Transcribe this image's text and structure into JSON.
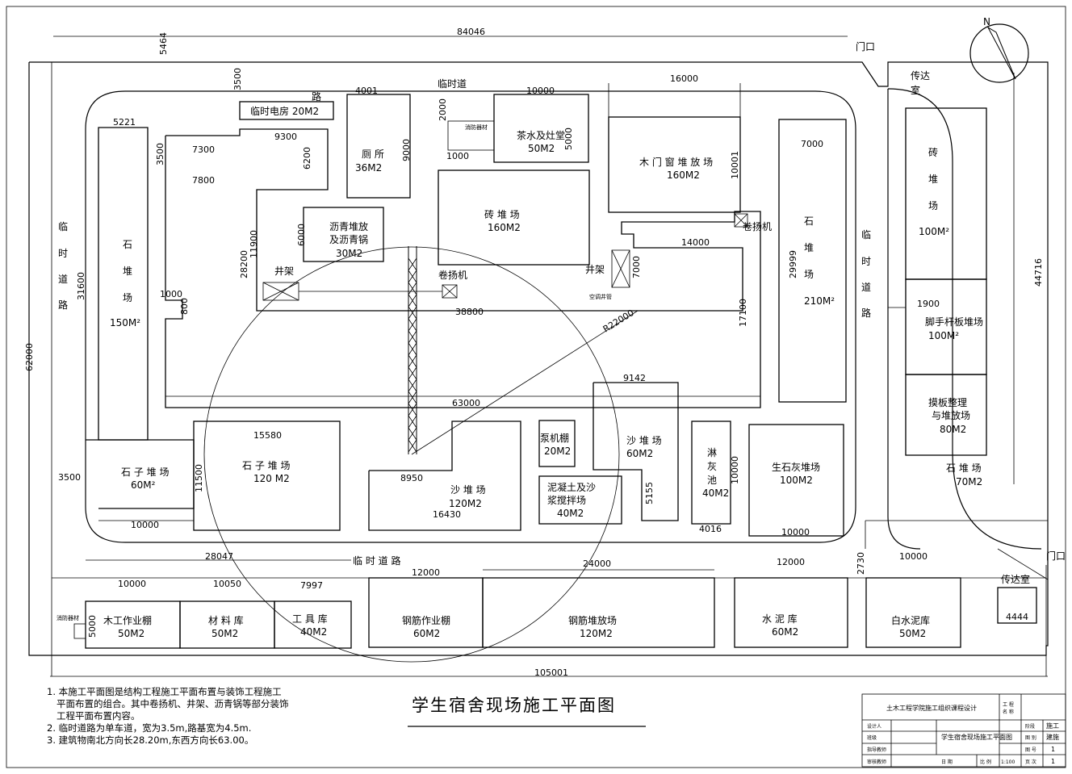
{
  "title": "学生宿舍现场施工平面图",
  "north": "N",
  "gates": [
    "门口",
    "门口"
  ],
  "roads": {
    "top": "临时道",
    "top_frag": "路",
    "left": [
      "临",
      "时",
      "道",
      "路"
    ],
    "right": [
      "临",
      "时",
      "道",
      "路"
    ],
    "bottom": "临 时 道 路"
  },
  "areas": {
    "power_room": "临时电房 20M2",
    "toilet": [
      "厕 所",
      "36M2"
    ],
    "tea": [
      "茶水及灶堂",
      "50M2"
    ],
    "fire": "消防器材",
    "fire2": "消防器材",
    "wood_door": [
      "木 门 窗 堆 放 场",
      "160M2"
    ],
    "stone_left": [
      "石",
      "堆",
      "场",
      "150M²"
    ],
    "asphalt": [
      "沥青堆放",
      "及沥青锅",
      "30M2"
    ],
    "brick_center": [
      "砖 堆 场",
      "160M2"
    ],
    "stone_right": [
      "石",
      "堆",
      "场",
      "210M²"
    ],
    "brick_right": [
      "砖",
      "堆",
      "场",
      "100M²"
    ],
    "scaffold": [
      "脚手杆板堆场",
      "100M²"
    ],
    "formwork": [
      "摸板整理",
      "与堆放场",
      "80M2"
    ],
    "stone_far_right": [
      "石 堆 场",
      "70M2"
    ],
    "gravel_small": [
      "石 子 堆 场",
      "60M²"
    ],
    "gravel_big": [
      "石 子 堆 场",
      "120 M2"
    ],
    "sand_big": [
      "沙 堆 场",
      "120M2"
    ],
    "pump": [
      "泵机棚",
      "20M2"
    ],
    "mixer": [
      "泥凝土及沙",
      "浆搅拌场",
      "40M2"
    ],
    "sand_small": [
      "沙 堆 场",
      "60M2"
    ],
    "lime_pool": [
      "淋",
      "灰",
      "池",
      "40M2"
    ],
    "quicklime": [
      "生石灰堆场",
      "100M2"
    ],
    "guard_top": [
      "传达",
      "室"
    ],
    "guard_bottom": "传达室",
    "carpentry": [
      "木工作业棚",
      "50M2"
    ],
    "material": [
      "材 料 库",
      "50M2"
    ],
    "tool": [
      "工 具 库",
      "40M2"
    ],
    "rebar_shed": [
      "钢筋作业棚",
      "60M2"
    ],
    "rebar_yard": [
      "钢筋堆放场",
      "120M2"
    ],
    "cement": [
      "水 泥 库",
      "60M2"
    ],
    "white_cement": [
      "白水泥库",
      "50M2"
    ]
  },
  "equipment": {
    "winch1": "卷扬机",
    "winch2": "卷扬机",
    "frame1": "井架",
    "frame2": "井架",
    "ac_shaft": "空调井管",
    "crane_radius": "R22000"
  },
  "dims": {
    "d84046": "84046",
    "d5464": "5464",
    "d3500a": "3500",
    "d4001": "4001",
    "d10000a": "10000",
    "d2000": "2000",
    "d5000a": "5000",
    "d1000a": "1000",
    "d16000": "16000",
    "d5221": "5221",
    "d9300": "9300",
    "d3500b": "3500",
    "d7300": "7300",
    "d6200": "6200",
    "d9000": "9000",
    "d7800": "7800",
    "d10001": "10001",
    "d7000a": "7000",
    "d6000": "6000",
    "d28200": "28200",
    "d11900": "11900",
    "d14000": "14000",
    "d7000b": "7000",
    "d29999": "29999",
    "d31600": "31600",
    "d62000": "62000",
    "d1000b": "1000",
    "d800": "800",
    "d38800": "38800",
    "d17100": "17100",
    "d1900": "1900",
    "d44716": "44716",
    "d63000": "63000",
    "d9142": "9142",
    "d15580": "15580",
    "d3500c": "3500",
    "d11500": "11500",
    "d8950": "8950",
    "d16430": "16430",
    "d10000b": "10000",
    "d5155": "5155",
    "d10000c": "10000",
    "d4016": "4016",
    "d10000d": "10000",
    "d2730": "2730",
    "d10000e": "10000",
    "d28047": "28047",
    "d24000": "24000",
    "d12000a": "12000",
    "d12000b": "12000",
    "d10000f": "10000",
    "d10050": "10050",
    "d7997": "7997",
    "d5000b": "5000",
    "d4444": "4444",
    "d105001": "105001"
  },
  "notes": [
    "1. 本施工平面图是结构工程施工平面布置与装饰工程施工",
    "平面布置的组合。其中卷扬机、井架、沥青锅等部分装饰",
    "工程平面布置内容。",
    "2. 临时道路为单车道，宽为3.5m,路基宽为4.5m.",
    "3. 建筑物南北方向长28.20m,东西方向长63.00。"
  ],
  "title_block": {
    "school": "土木工程学院施工组织课程设计",
    "project": "工 程\n名 称",
    "drawing": "学生宿舍现场施工平面图",
    "rows": [
      "设计人",
      "班级",
      "指导教师",
      "审核教师"
    ],
    "stage_label": "阶段",
    "stage_value": "施工",
    "type_label": "图 别",
    "type_value": "建施",
    "no_label": "图 号",
    "no_value": "1",
    "date_label": "日 期",
    "scale_label": "比 例",
    "scale_value": "1:100",
    "page_label": "页 次",
    "page_value": "1"
  }
}
